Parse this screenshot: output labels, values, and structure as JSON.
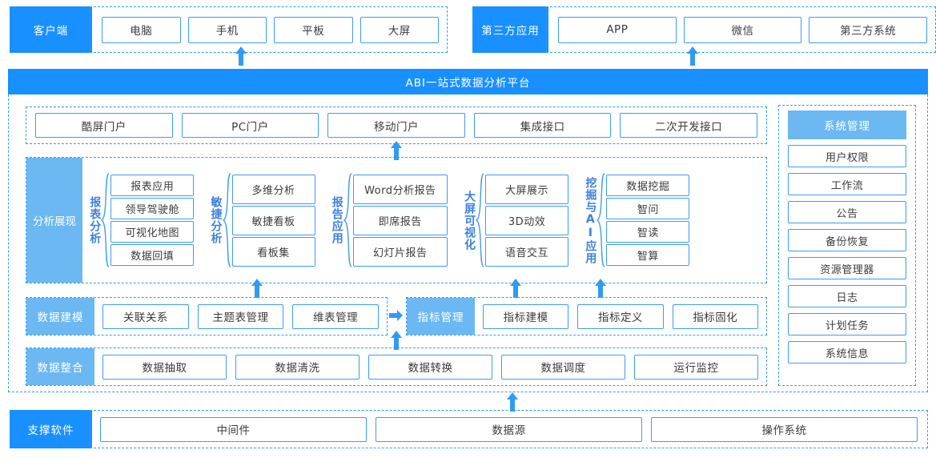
{
  "client_row": {
    "tag": "客户端",
    "items": [
      "电脑",
      "手机",
      "平板",
      "大屏"
    ]
  },
  "third_party_row": {
    "tag": "第三方应用",
    "items": [
      "APP",
      "微信",
      "第三方系统"
    ]
  },
  "platform": {
    "title": "ABI一站式数据分析平台"
  },
  "portal": {
    "items": [
      "酷屏门户",
      "PC门户",
      "移动门户",
      "集成接口",
      "二次开发接口"
    ]
  },
  "analysis": {
    "tag": "分析展现",
    "groups": [
      {
        "label": "报表分析",
        "items": [
          "报表应用",
          "领导驾驶舱",
          "可视化地图",
          "数据回填"
        ]
      },
      {
        "label": "敏捷分析",
        "items": [
          "多维分析",
          "敏捷看板",
          "看板集"
        ]
      },
      {
        "label": "报告应用",
        "items": [
          "Word分析报告",
          "即席报告",
          "幻灯片报告"
        ]
      },
      {
        "label": "大屏可视化",
        "items": [
          "大屏展示",
          "3D动效",
          "语音交互"
        ]
      },
      {
        "label": "挖掘与AI应用",
        "items": [
          "数据挖掘",
          "智问",
          "智读",
          "智算"
        ]
      }
    ]
  },
  "modeling": {
    "tag": "数据建模",
    "items": [
      "关联关系",
      "主题表管理",
      "维表管理"
    ]
  },
  "metric": {
    "tag": "指标管理",
    "items": [
      "指标建模",
      "指标定义",
      "指标固化"
    ]
  },
  "integration": {
    "tag": "数据整合",
    "items": [
      "数据抽取",
      "数据清洗",
      "数据转换",
      "数据调度",
      "运行监控"
    ]
  },
  "system_management": {
    "title": "系统管理",
    "items": [
      "用户权限",
      "工作流",
      "公告",
      "备份恢复",
      "资源管理器",
      "日志",
      "计划任务",
      "系统信息"
    ]
  },
  "support": {
    "tag": "支撑软件",
    "items": [
      "中间件",
      "数据源",
      "操作系统"
    ]
  },
  "colors": {
    "primary_blue": "#1890ff",
    "light_blue": "#6cb8f2",
    "border_blue": "#3d9bf7",
    "dash_blue": "#2f9bf5",
    "label_blue": "#3b7fe0"
  }
}
